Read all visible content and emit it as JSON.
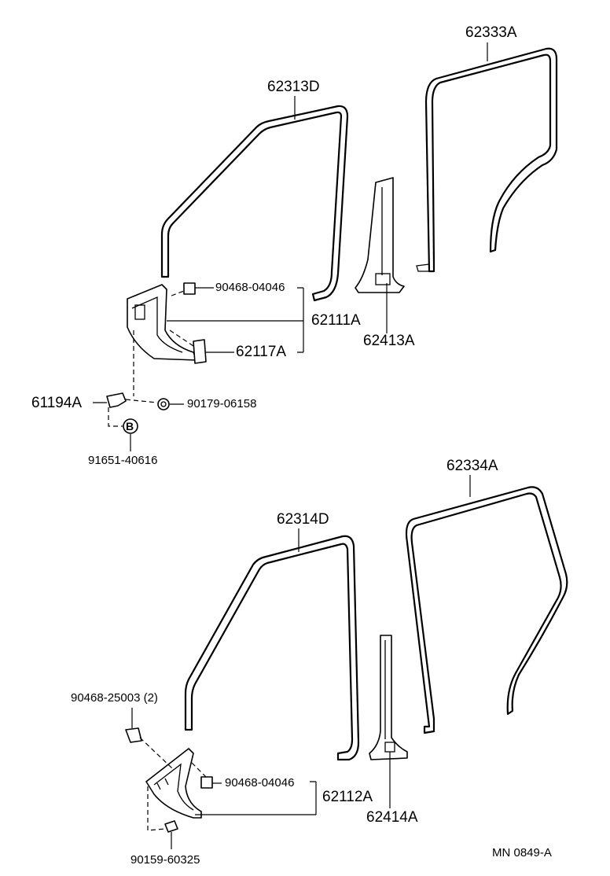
{
  "parts": {
    "p62333A": "62333A",
    "p62313D": "62313D",
    "p90468_04046_top": "90468-04046",
    "p62111A": "62111A",
    "p62413A": "62413A",
    "p62117A": "62117A",
    "p61194A": "61194A",
    "p90179_06158": "90179-06158",
    "p91651_40616": "91651-40616",
    "bolt_marker": "B",
    "p62334A": "62334A",
    "p62314D": "62314D",
    "p90468_25003": "90468-25003 (2)",
    "p90468_04046_bottom": "90468-04046",
    "p62112A": "62112A",
    "p62414A": "62414A",
    "p90159_60325": "90159-60325"
  },
  "footer": {
    "drawing_code": "MN 0849-A"
  }
}
